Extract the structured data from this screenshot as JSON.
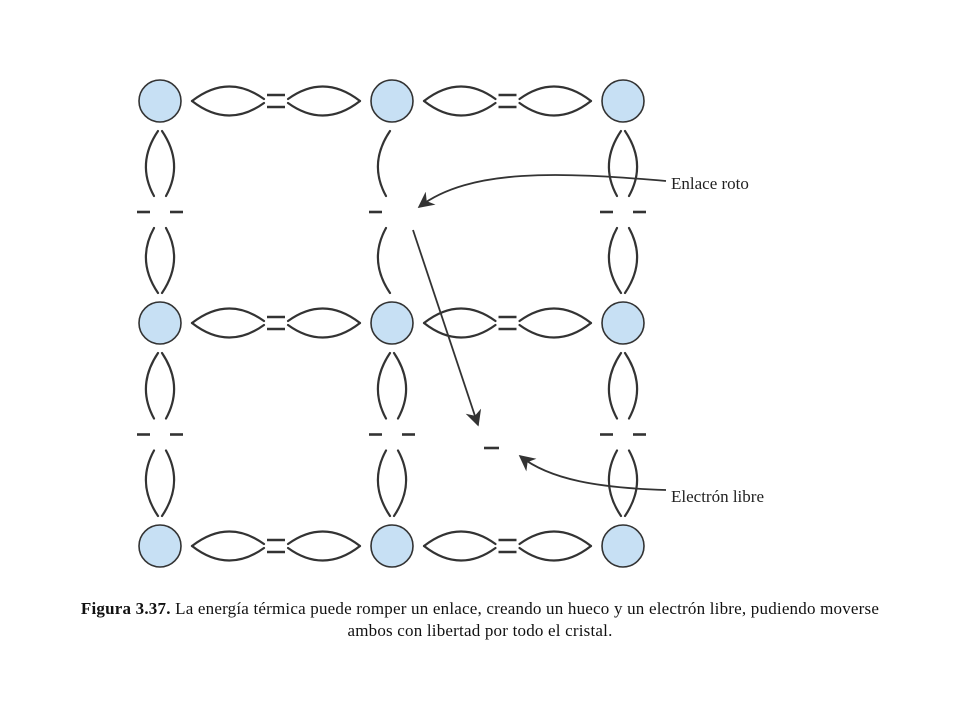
{
  "labels": {
    "broken_bond": "Enlace roto",
    "free_electron": "Electrón libre"
  },
  "caption": {
    "figure": "Figura 3.37.",
    "text": "La energía térmica puede romper un enlace, creando un hueco y un electrón libre, pudiendo moverse ambos con libertad por todo el cristal."
  },
  "colors": {
    "atom_fill": "#c7e0f4",
    "atom_stroke": "#333333",
    "line": "#333333"
  },
  "lattice": {
    "rows": 3,
    "cols": 3,
    "broken_bond": {
      "between": [
        [
          0,
          1
        ],
        [
          1,
          1
        ]
      ],
      "missing": "right"
    },
    "free_electron": true
  }
}
